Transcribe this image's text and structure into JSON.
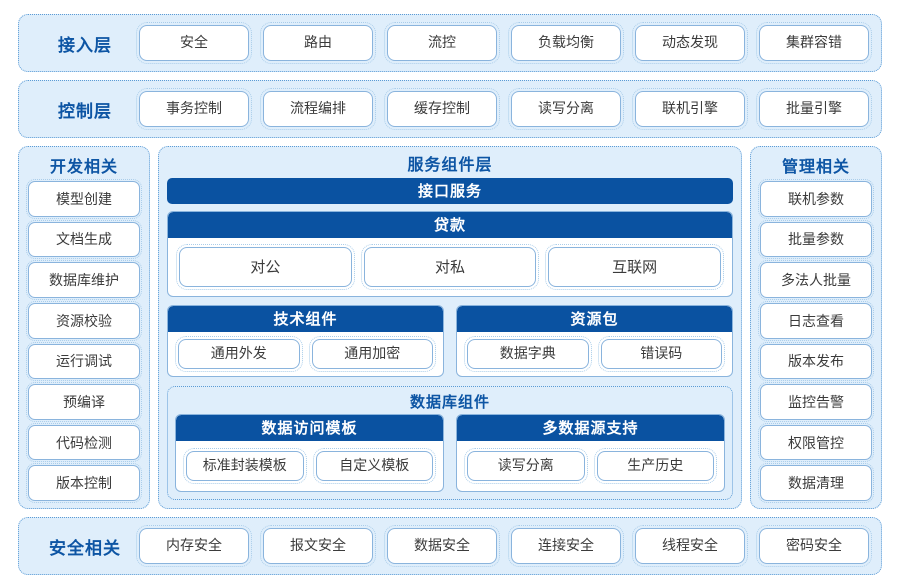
{
  "layers": [
    {
      "title": "接入层",
      "items": [
        "安全",
        "路由",
        "流控",
        "负载均衡",
        "动态发现",
        "集群容错"
      ]
    },
    {
      "title": "控制层",
      "items": [
        "事务控制",
        "流程编排",
        "缓存控制",
        "读写分离",
        "联机引擎",
        "批量引擎"
      ]
    }
  ],
  "security_layer": {
    "title": "安全相关",
    "items": [
      "内存安全",
      "报文安全",
      "数据安全",
      "连接安全",
      "线程安全",
      "密码安全"
    ]
  },
  "left_column": {
    "title": "开发相关",
    "items": [
      "模型创建",
      "文档生成",
      "数据库维护",
      "资源校验",
      "运行调试",
      "预编译",
      "代码检测",
      "版本控制"
    ]
  },
  "right_column": {
    "title": "管理相关",
    "items": [
      "联机参数",
      "批量参数",
      "多法人批量",
      "日志查看",
      "版本发布",
      "监控告警",
      "权限管控",
      "数据清理"
    ]
  },
  "center": {
    "title": "服务组件层",
    "interface_service": "接口服务",
    "loan": {
      "title": "贷款",
      "items": [
        "对公",
        "对私",
        "互联网"
      ]
    },
    "tech_component": {
      "title": "技术组件",
      "items": [
        "通用外发",
        "通用加密"
      ]
    },
    "resource_package": {
      "title": "资源包",
      "items": [
        "数据字典",
        "错误码"
      ]
    },
    "database_component": {
      "title": "数据库组件",
      "data_access_template": {
        "title": "数据访问模板",
        "items": [
          "标准封装模板",
          "自定义模板"
        ]
      },
      "multi_datasource": {
        "title": "多数据源支持",
        "items": [
          "读写分离",
          "生产历史"
        ]
      }
    }
  },
  "colors": {
    "accent_blue": "#0d55a4",
    "bar_blue": "#0a52a1",
    "band_fill": "#dfeefb",
    "band_border": "#5b9bd5",
    "pill_border": "#8ab4dd",
    "pill_text": "#3b3b3b"
  }
}
